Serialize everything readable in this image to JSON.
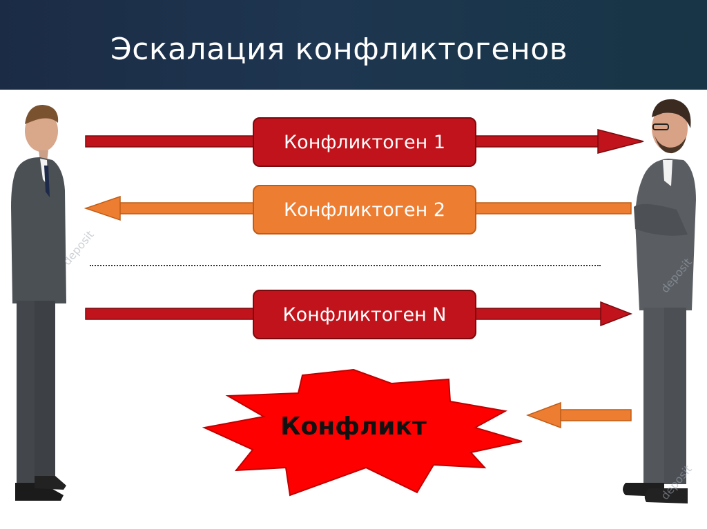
{
  "slide": {
    "title": "Эскалация конфликтогенов",
    "steps": [
      {
        "label": "Конфликтоген 1",
        "direction": "right",
        "color": "#c0131b"
      },
      {
        "label": "Конфликтоген 2",
        "direction": "left",
        "color": "#ed7d31"
      },
      {
        "label": "Конфликтоген N",
        "direction": "right",
        "color": "#c0131b"
      }
    ],
    "outcome": {
      "label": "Конфликт",
      "color": "#ff0000"
    },
    "watermarks": [
      "deposit",
      "deposit",
      "deposit"
    ]
  }
}
